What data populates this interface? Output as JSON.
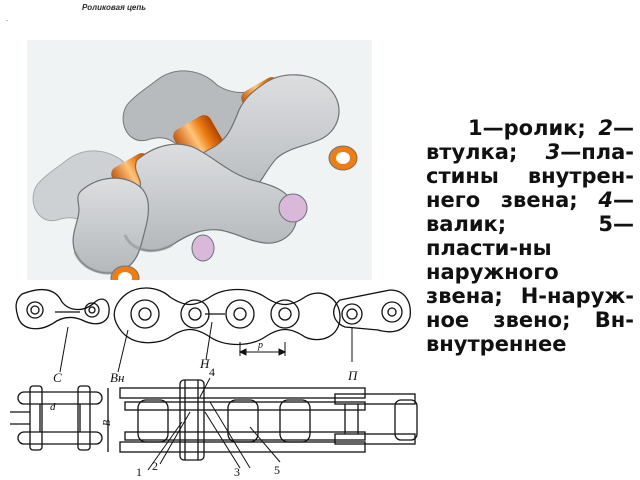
{
  "slide": {
    "title": "Роликовая цепь",
    "caption_dot": "."
  },
  "legend": {
    "n1": "1",
    "t1": "—ролик;",
    "n2": "2",
    "t2": "—втулка;",
    "n3": "3",
    "t3": "—пла-стины внутрен-него звена;",
    "n4": "4",
    "t4": "—валик;",
    "t5": "5—пласти-ны наружного звена;",
    "t6": "Н-наруж-ное звено;",
    "t7": "Вн-внутреннее"
  },
  "drawing_labels": {
    "c": "С",
    "vn": "Вн",
    "h": "Н",
    "p_pitch": "p",
    "p_end": "П",
    "d": "d",
    "b": "B",
    "n4": "4",
    "n1": "1",
    "n2": "2",
    "n3": "3",
    "n5": "5"
  },
  "colors": {
    "plate": "#c9cbce",
    "plate_shadow": "#8f9296",
    "roller": "#f07d12",
    "roller_light": "#ffc47a",
    "pin_head": "#d9b8d9",
    "photo_bg": "#f0f3f4",
    "line": "#111111"
  }
}
